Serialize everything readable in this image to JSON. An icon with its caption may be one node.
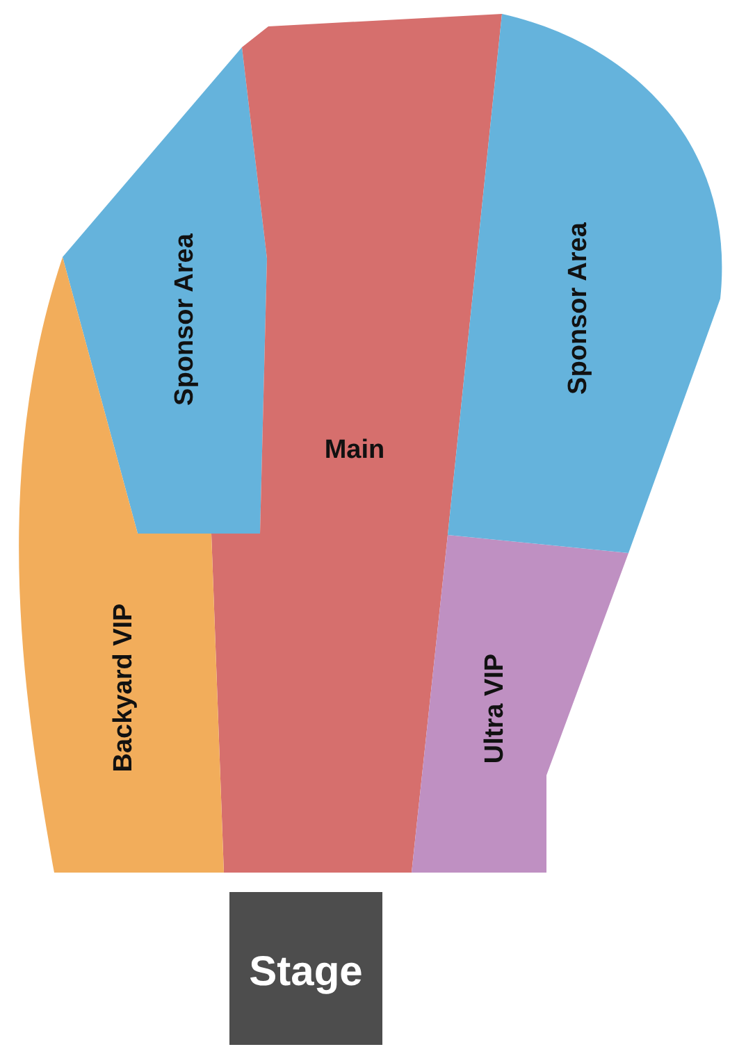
{
  "diagram": {
    "nodes": [
      {
        "text": [
          "Sponsor Area"
        ]
      },
      {
        "text": [
          "Main"
        ]
      },
      {
        "text": [
          "Sponsor Area"
        ]
      },
      {
        "text": [
          "Backyard VIP"
        ]
      },
      {
        "text": [
          "Ultra VIP"
        ]
      },
      {
        "text": [
          "Stage"
        ]
      }
    ]
  }
}
